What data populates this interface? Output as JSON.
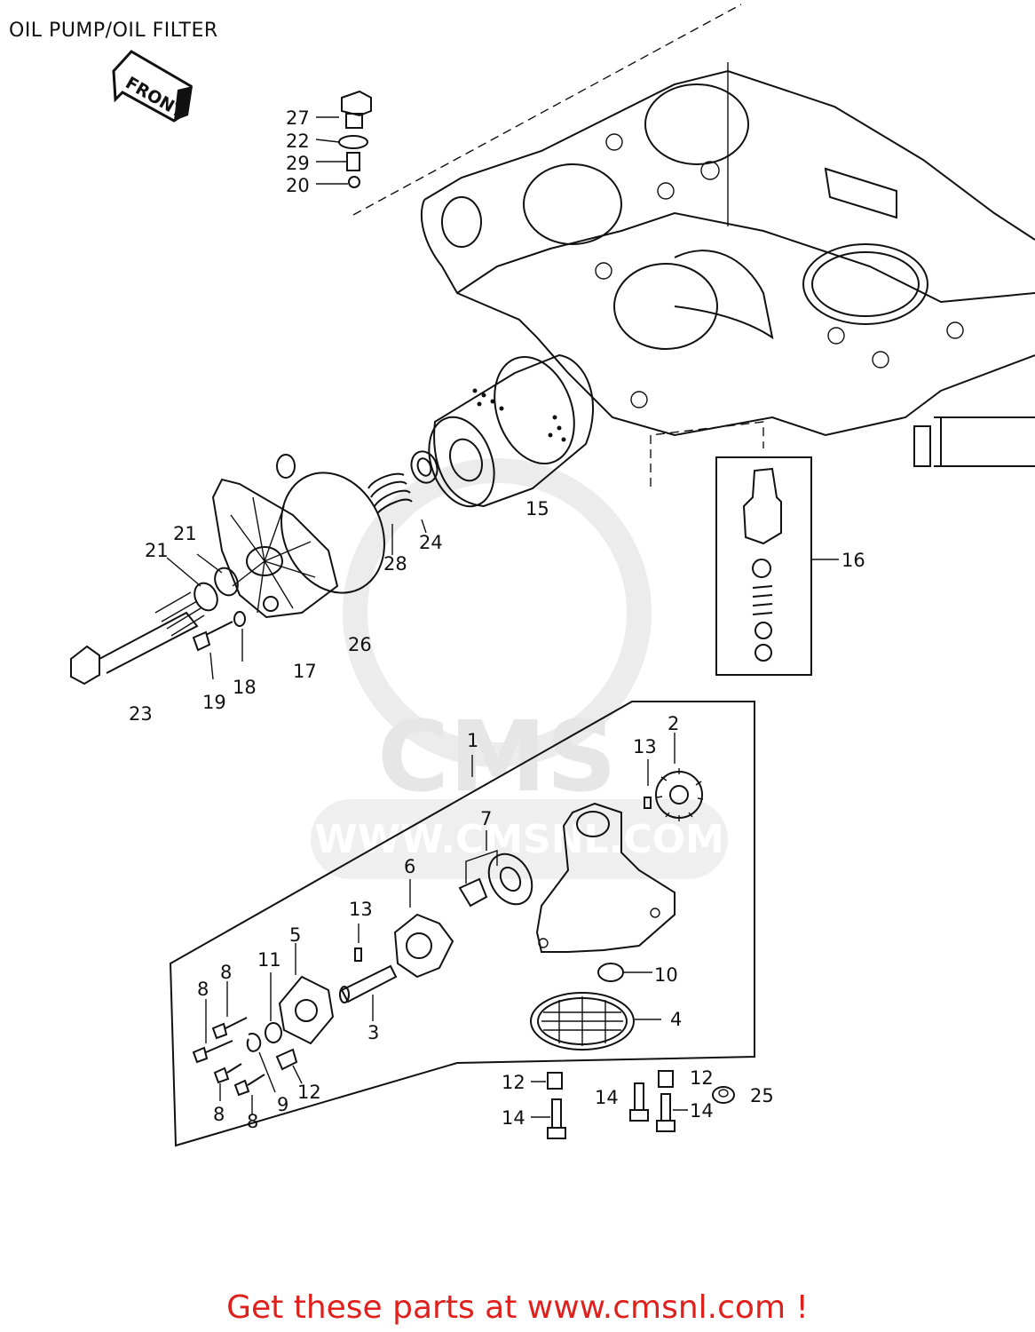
{
  "header": {
    "title": "OIL PUMP/OIL FILTER"
  },
  "arrow": {
    "label": "FRONT"
  },
  "watermark": {
    "logo": "CMS",
    "url": "WWW.CMSNL.COM"
  },
  "callouts": [
    "27",
    "22",
    "29",
    "20",
    "21",
    "21",
    "15",
    "24",
    "28",
    "16",
    "26",
    "17",
    "23",
    "19",
    "18",
    "1",
    "2",
    "13",
    "7",
    "6",
    "13",
    "5",
    "11",
    "8",
    "8",
    "10",
    "4",
    "3",
    "8",
    "8",
    "9",
    "12",
    "12",
    "12",
    "14",
    "14",
    "14",
    "25"
  ],
  "footer": {
    "link_text": "Get these parts at www.cmsnl.com !"
  },
  "colors": {
    "line": "#111111",
    "watermark": "#e6e6e6",
    "footer": "#e0201c"
  }
}
